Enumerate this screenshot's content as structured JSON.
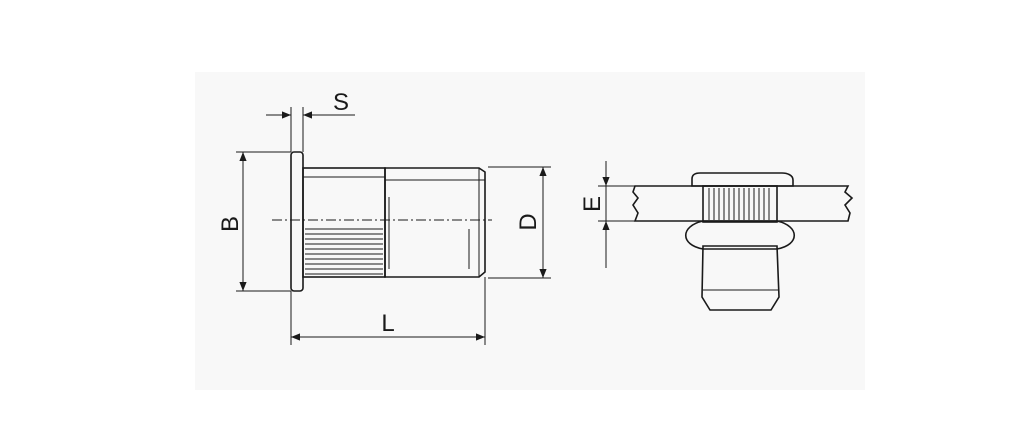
{
  "dimensions": {
    "S": "S",
    "B": "B",
    "D": "D",
    "L": "L",
    "E": "E"
  },
  "colors": {
    "line": "#1a1a1a",
    "metal_light": "#f4f4f4",
    "metal_dark": "#9a9a9a",
    "plate": "#e6e6e6",
    "backdrop": "#f7f7f7"
  }
}
